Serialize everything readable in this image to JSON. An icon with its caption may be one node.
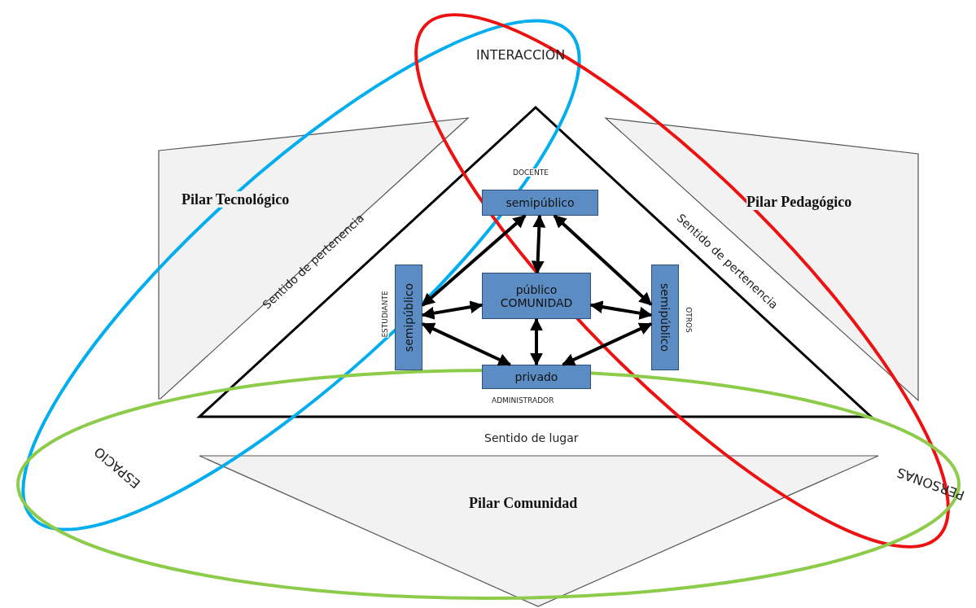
{
  "diagram": {
    "nodes": [
      {
        "text": [
          "Pilar Tecnológico",
          "Sentido de pertenencia"
        ]
      },
      {
        "text": [
          "Pilar Pedagógico",
          "Sentido de pertenencia"
        ]
      },
      {
        "text": [
          "semipúblico"
        ],
        "beside": [
          "DOCENTE"
        ]
      },
      {
        "text": [
          "semipúblico"
        ]
      },
      {
        "text": [
          "público COMUNIDAD"
        ]
      },
      {
        "text": [
          "semipúblico"
        ]
      },
      {
        "text": [
          "privado"
        ],
        "beside": [
          "ADMINISTRADOR"
        ]
      },
      {
        "text": [
          "Pilar Comunidad"
        ]
      }
    ],
    "edges": [
      {
        "from": 2,
        "to": 4,
        "arrow": "both"
      },
      {
        "from": 3,
        "to": 4,
        "arrow": "both"
      },
      {
        "from": 4,
        "to": 5,
        "arrow": "both"
      },
      {
        "from": 4,
        "to": 6,
        "arrow": "both"
      },
      {
        "from": 2,
        "to": 3,
        "arrow": "both"
      },
      {
        "from": 2,
        "to": 5,
        "arrow": "both"
      },
      {
        "from": 3,
        "to": 6,
        "arrow": "both"
      },
      {
        "from": 6,
        "to": 5,
        "arrow": "both"
      }
    ],
    "labels": [
      "INTERACCIÓN",
      "ESTUDIANTE",
      "OTROS",
      "Sentido de lugar",
      "ESPACIO",
      "PERSONAS"
    ]
  }
}
